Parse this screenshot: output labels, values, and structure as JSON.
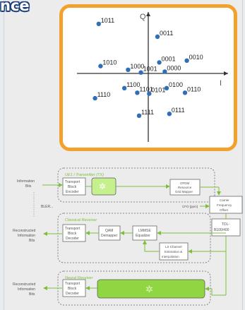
{
  "title_fragment": "nce",
  "chart_data": {
    "type": "scatter",
    "axis_labels": {
      "q": "Q",
      "i": "I"
    },
    "points": [
      {
        "label": "1011",
        "i": -2.7,
        "q": 2.7
      },
      {
        "label": "0011",
        "i": 0.5,
        "q": 2.0
      },
      {
        "label": "0001",
        "i": 0.6,
        "q": 0.6
      },
      {
        "label": "0010",
        "i": 2.1,
        "q": 0.7
      },
      {
        "label": "1010",
        "i": -2.6,
        "q": 0.4
      },
      {
        "label": "1000",
        "i": -1.1,
        "q": 0.2
      },
      {
        "label": "1001",
        "i": -0.4,
        "q": 0.05
      },
      {
        "label": "0000",
        "i": 0.9,
        "q": 0.1
      },
      {
        "label": "1100",
        "i": -1.3,
        "q": -0.8
      },
      {
        "label": "0100",
        "i": 1.0,
        "q": -0.8
      },
      {
        "label": "1101",
        "i": -0.6,
        "q": -1.05
      },
      {
        "label": "0101",
        "i": 0.05,
        "q": -1.1
      },
      {
        "label": "0110",
        "i": 2.0,
        "q": -1.05
      },
      {
        "label": "1110",
        "i": -2.9,
        "q": -1.35
      },
      {
        "label": "1111",
        "i": -0.5,
        "q": -2.3
      },
      {
        "label": "0111",
        "i": 1.15,
        "q": -2.2
      }
    ]
  },
  "diagram": {
    "tx_title": "UE1 / Transmitter (TX)",
    "info_bits": [
      "Information",
      "Bits"
    ],
    "bler": "BLER...",
    "tx_tbe": [
      "Transport",
      "Block",
      "Encoder"
    ],
    "tx_ofdm": [
      "OFDM",
      "Resource",
      "Grid Mapper"
    ],
    "carrier": [
      "Carrier",
      "Frequency",
      "Offset"
    ],
    "cfo": "CFO [ppm]",
    "tdl": [
      "TDL-",
      "B100/400"
    ],
    "classical_title": "Classical Receiver",
    "recon": [
      "Reconstructed",
      "Information",
      "Bits"
    ],
    "tbd": [
      "Transport",
      "Block",
      "Decoder"
    ],
    "qam": [
      "QAM",
      "Demapper"
    ],
    "lmmse": [
      "LMMSE",
      "Equalizer"
    ],
    "ls": [
      "LS Channel",
      "Estimation &",
      "Interpolation"
    ],
    "neural_title": "Neural Receiver",
    "recon2": [
      "Reconstructed",
      "Information",
      "Bits"
    ],
    "tbd2": [
      "Transport",
      "Block",
      "Decoder"
    ]
  }
}
